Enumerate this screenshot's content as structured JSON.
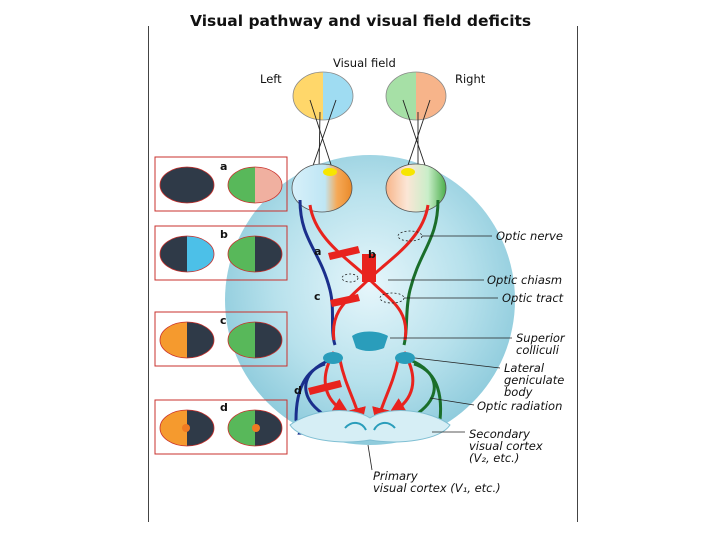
{
  "title": "Visual pathway and visual field deficits",
  "visual_field_label": "Visual field",
  "left_label": "Left",
  "right_label": "Right",
  "panel_letters": [
    "a",
    "b",
    "c",
    "d"
  ],
  "lesion_letters": [
    "a",
    "b",
    "c",
    "d"
  ],
  "structures": {
    "optic_nerve": "Optic nerve",
    "optic_chiasm": "Optic chiasm",
    "optic_tract": "Optic tract",
    "superior_colliculi": [
      "Superior",
      "colliculi"
    ],
    "lgb": [
      "Lateral",
      "geniculate",
      "body"
    ],
    "optic_radiation": "Optic radiation",
    "secondary_cortex": [
      "Secondary",
      "visual cortex",
      "(V₂, etc.)"
    ],
    "primary_cortex": [
      "Primary",
      "visual cortex (V₁, etc.)"
    ]
  },
  "colors": {
    "left_field_yellow": "#ffd76a",
    "left_field_blue": "#9fdcf2",
    "right_field_green": "#a6e0a6",
    "right_field_orange": "#f7b48a",
    "deficit_dark": "#2f3a48",
    "left_pathway": "#1a2f8c",
    "right_pathway": "#1a6e2a",
    "crossing_fibers": "#e8231e",
    "brain_background": "#a9dbe8"
  }
}
